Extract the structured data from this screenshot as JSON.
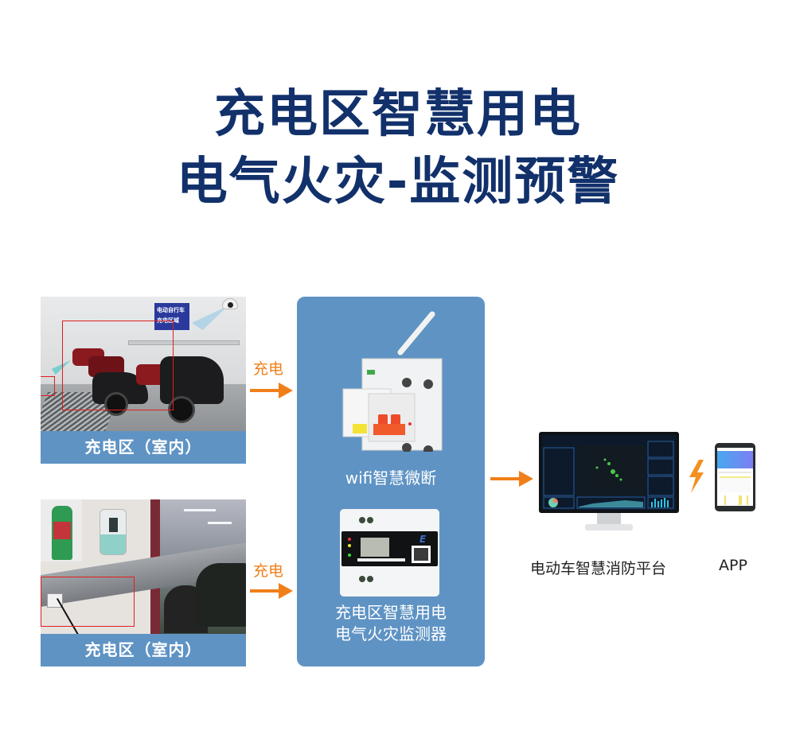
{
  "header": {
    "title_line1": "充电区智慧用电",
    "title_line2": "电气火灾-监测预警"
  },
  "scenes": [
    {
      "caption": "充电区（室内）",
      "sign_text_line1": "电动自行车",
      "sign_text_line2": "充电区域",
      "arrow_label": "充电"
    },
    {
      "caption": "充电区（室内）",
      "arrow_label": "充电"
    }
  ],
  "devices": {
    "breaker_label": "wifi智慧微断",
    "monitor_label_line1": "充电区智慧用电",
    "monitor_label_line2": "电气火灾监测器"
  },
  "outputs": {
    "platform_label": "电动车智慧消防平台",
    "app_label": "APP"
  },
  "colors": {
    "title": "#12316b",
    "panel_blue": "#5f93c4",
    "arrow_orange": "#f07f1a",
    "highlight_red": "#e21d1d"
  }
}
